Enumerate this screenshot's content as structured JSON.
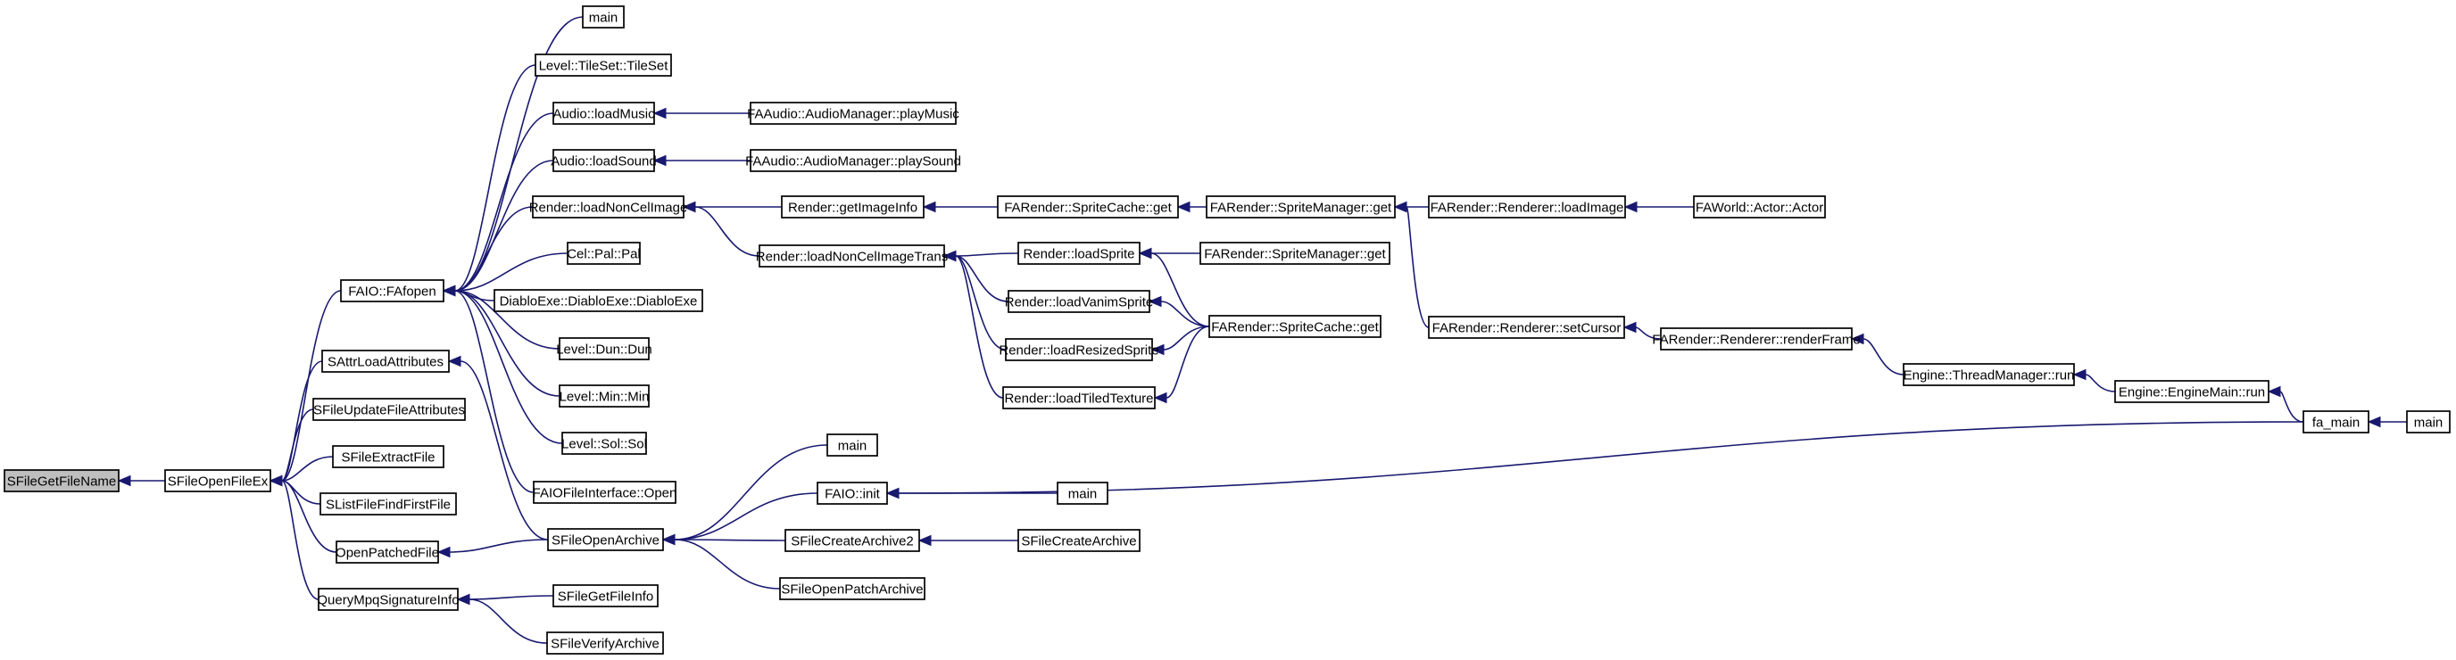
{
  "graph": {
    "edge_color": "#191970",
    "node_fill": "#ffffff",
    "root_fill": "#bfbfbf",
    "nodes": [
      {
        "id": "n1",
        "label": "SFileGetFileName"
      },
      {
        "id": "n2",
        "label": "SFileOpenFileEx"
      },
      {
        "id": "n3",
        "label": "FAIO::FAfopen"
      },
      {
        "id": "n4",
        "label": "SAttrLoadAttributes"
      },
      {
        "id": "n5",
        "label": "SFileUpdateFileAttributes"
      },
      {
        "id": "n6",
        "label": "SFileExtractFile"
      },
      {
        "id": "n7",
        "label": "SListFileFindFirstFile"
      },
      {
        "id": "n8",
        "label": "OpenPatchedFile"
      },
      {
        "id": "n9",
        "label": "QueryMpqSignatureInfo"
      },
      {
        "id": "n10",
        "label": "main"
      },
      {
        "id": "n11",
        "label": "Level::TileSet::TileSet"
      },
      {
        "id": "n12",
        "label": "Audio::loadMusic"
      },
      {
        "id": "n13",
        "label": "Audio::loadSound"
      },
      {
        "id": "n14",
        "label": "Render::loadNonCelImage"
      },
      {
        "id": "n15",
        "label": "Cel::Pal::Pal"
      },
      {
        "id": "n16",
        "label": "DiabloExe::DiabloExe::DiabloExe"
      },
      {
        "id": "n17",
        "label": "Level::Dun::Dun"
      },
      {
        "id": "n18",
        "label": "Level::Min::Min"
      },
      {
        "id": "n19",
        "label": "Level::Sol::Sol"
      },
      {
        "id": "n20",
        "label": "FAIOFileInterface::Open"
      },
      {
        "id": "n21",
        "label": "SFileOpenArchive"
      },
      {
        "id": "n22",
        "label": "SFileGetFileInfo"
      },
      {
        "id": "n23",
        "label": "SFileVerifyArchive"
      },
      {
        "id": "n24",
        "label": "FAAudio::AudioManager::playMusic"
      },
      {
        "id": "n25",
        "label": "FAAudio::AudioManager::playSound"
      },
      {
        "id": "n26",
        "label": "Render::getImageInfo"
      },
      {
        "id": "n27",
        "label": "Render::loadNonCelImageTrans"
      },
      {
        "id": "n28",
        "label": "main"
      },
      {
        "id": "n29",
        "label": "FAIO::init"
      },
      {
        "id": "n30",
        "label": "SFileCreateArchive2"
      },
      {
        "id": "n31",
        "label": "SFileOpenPatchArchive"
      },
      {
        "id": "n32",
        "label": "FARender::SpriteCache::get"
      },
      {
        "id": "n33",
        "label": "Render::loadSprite"
      },
      {
        "id": "n34",
        "label": "Render::loadVanimSprite"
      },
      {
        "id": "n35",
        "label": "Render::loadResizedSprite"
      },
      {
        "id": "n36",
        "label": "Render::loadTiledTexture"
      },
      {
        "id": "n37",
        "label": "main"
      },
      {
        "id": "n38",
        "label": "SFileCreateArchive"
      },
      {
        "id": "n39",
        "label": "FARender::SpriteManager::get"
      },
      {
        "id": "n40",
        "label": "FARender::SpriteManager::get"
      },
      {
        "id": "n41",
        "label": "FARender::SpriteCache::get"
      },
      {
        "id": "n42",
        "label": "FARender::Renderer::loadImage"
      },
      {
        "id": "n43",
        "label": "FARender::Renderer::setCursor"
      },
      {
        "id": "n44",
        "label": "FAWorld::Actor::Actor"
      },
      {
        "id": "n45",
        "label": "FARender::Renderer::renderFrame"
      },
      {
        "id": "n46",
        "label": "Engine::ThreadManager::run"
      },
      {
        "id": "n47",
        "label": "Engine::EngineMain::run"
      },
      {
        "id": "n48",
        "label": "fa_main"
      },
      {
        "id": "n49",
        "label": "main"
      }
    ],
    "edges": [
      {
        "from": "n2",
        "to": "n1"
      },
      {
        "from": "n3",
        "to": "n2"
      },
      {
        "from": "n4",
        "to": "n2"
      },
      {
        "from": "n5",
        "to": "n2"
      },
      {
        "from": "n6",
        "to": "n2"
      },
      {
        "from": "n7",
        "to": "n2"
      },
      {
        "from": "n8",
        "to": "n2"
      },
      {
        "from": "n9",
        "to": "n2"
      },
      {
        "from": "n10",
        "to": "n3"
      },
      {
        "from": "n11",
        "to": "n3"
      },
      {
        "from": "n12",
        "to": "n3"
      },
      {
        "from": "n13",
        "to": "n3"
      },
      {
        "from": "n14",
        "to": "n3"
      },
      {
        "from": "n15",
        "to": "n3"
      },
      {
        "from": "n16",
        "to": "n3"
      },
      {
        "from": "n17",
        "to": "n3"
      },
      {
        "from": "n18",
        "to": "n3"
      },
      {
        "from": "n19",
        "to": "n3"
      },
      {
        "from": "n20",
        "to": "n3"
      },
      {
        "from": "n21",
        "to": "n4"
      },
      {
        "from": "n21",
        "to": "n8"
      },
      {
        "from": "n22",
        "to": "n9"
      },
      {
        "from": "n23",
        "to": "n9"
      },
      {
        "from": "n24",
        "to": "n12"
      },
      {
        "from": "n25",
        "to": "n13"
      },
      {
        "from": "n26",
        "to": "n14"
      },
      {
        "from": "n27",
        "to": "n14"
      },
      {
        "from": "n28",
        "to": "n21"
      },
      {
        "from": "n29",
        "to": "n21"
      },
      {
        "from": "n30",
        "to": "n21"
      },
      {
        "from": "n31",
        "to": "n21"
      },
      {
        "from": "n32",
        "to": "n26"
      },
      {
        "from": "n33",
        "to": "n27"
      },
      {
        "from": "n34",
        "to": "n27"
      },
      {
        "from": "n35",
        "to": "n27"
      },
      {
        "from": "n36",
        "to": "n27"
      },
      {
        "from": "n37",
        "to": "n29"
      },
      {
        "from": "n48",
        "to": "n29"
      },
      {
        "from": "n38",
        "to": "n30"
      },
      {
        "from": "n39",
        "to": "n32"
      },
      {
        "from": "n40",
        "to": "n33"
      },
      {
        "from": "n41",
        "to": "n33"
      },
      {
        "from": "n41",
        "to": "n34"
      },
      {
        "from": "n41",
        "to": "n35"
      },
      {
        "from": "n41",
        "to": "n36"
      },
      {
        "from": "n42",
        "to": "n39"
      },
      {
        "from": "n43",
        "to": "n39"
      },
      {
        "from": "n44",
        "to": "n42"
      },
      {
        "from": "n45",
        "to": "n43"
      },
      {
        "from": "n46",
        "to": "n45"
      },
      {
        "from": "n47",
        "to": "n46"
      },
      {
        "from": "n48",
        "to": "n47"
      },
      {
        "from": "n49",
        "to": "n48"
      }
    ]
  }
}
